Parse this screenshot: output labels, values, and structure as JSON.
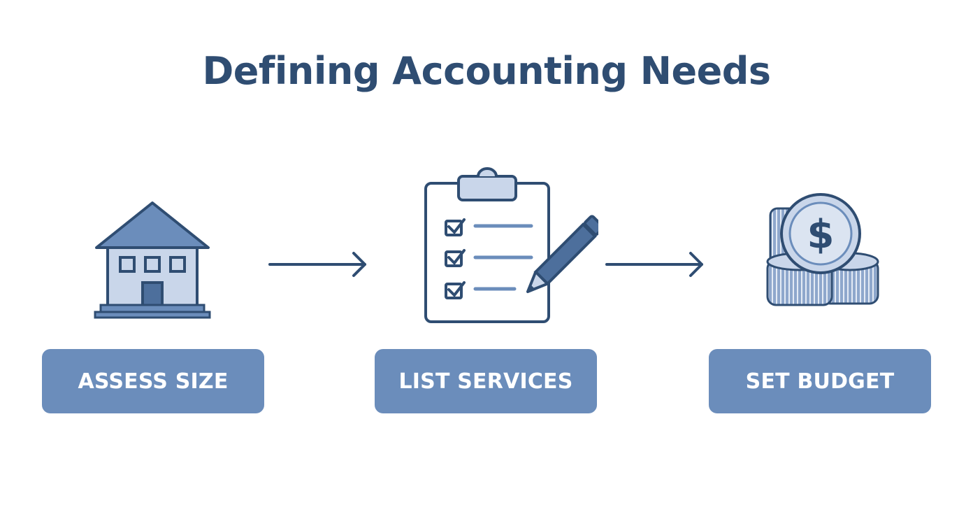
{
  "title": "Defining Accounting Needs",
  "steps": [
    {
      "label": "ASSESS SIZE",
      "icon": "house-icon"
    },
    {
      "label": "LIST SERVICES",
      "icon": "clipboard-checklist-icon"
    },
    {
      "label": "SET BUDGET",
      "icon": "coins-icon"
    }
  ],
  "colors": {
    "dark": "#2f4d72",
    "mid": "#6b8dbb",
    "light": "#c9d6ea",
    "white": "#ffffff"
  }
}
